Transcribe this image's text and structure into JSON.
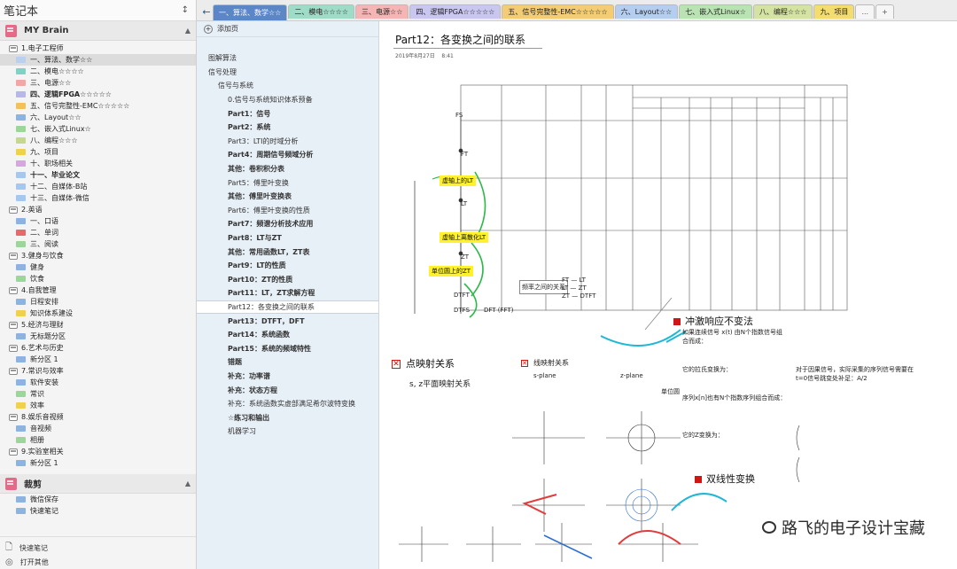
{
  "app": {
    "title": "笔记本"
  },
  "notebook": {
    "name": "MY Brain",
    "sections": [
      {
        "label": "1.电子工程师",
        "color": "",
        "level": 0
      },
      {
        "label": "一、算法、数学☆☆",
        "color": "#b9d0ee",
        "level": 1,
        "sel": true
      },
      {
        "label": "二、模电☆☆☆☆",
        "color": "#7fd3c4",
        "level": 1
      },
      {
        "label": "三、电源☆☆",
        "color": "#f2a6a6",
        "level": 1
      },
      {
        "label": "四、逻辑FPGA☆☆☆☆☆",
        "color": "#b8b8e8",
        "level": 1,
        "bold": true
      },
      {
        "label": "五、信号完整性-EMC☆☆☆☆☆",
        "color": "#f1c15a",
        "level": 1
      },
      {
        "label": "六、Layout☆☆",
        "color": "#8db4e0",
        "level": 1
      },
      {
        "label": "七、嵌入式Linux☆",
        "color": "#9dd69a",
        "level": 1
      },
      {
        "label": "八、编程☆☆☆",
        "color": "#c6d88a",
        "level": 1
      },
      {
        "label": "九、项目",
        "color": "#f0d24a",
        "level": 1
      },
      {
        "label": "十、职场相关",
        "color": "#d7a6e0",
        "level": 1
      },
      {
        "label": "十一、毕业论文",
        "color": "#a6c8ee",
        "level": 1,
        "bold": true
      },
      {
        "label": "十二、自媒体-B站",
        "color": "#a6c8ee",
        "level": 1
      },
      {
        "label": "十三、自媒体-微信",
        "color": "#a6c8ee",
        "level": 1
      },
      {
        "label": "2.英语",
        "color": "",
        "level": 0
      },
      {
        "label": "一、口语",
        "color": "#8db4e0",
        "level": 1
      },
      {
        "label": "二、单词",
        "color": "#e66a6a",
        "level": 1
      },
      {
        "label": "三、阅读",
        "color": "#9dd69a",
        "level": 1
      },
      {
        "label": "3.健身与饮食",
        "color": "",
        "level": 0
      },
      {
        "label": "健身",
        "color": "#8db4e0",
        "level": 1
      },
      {
        "label": "饮食",
        "color": "#9dd69a",
        "level": 1
      },
      {
        "label": "4.自我管理",
        "color": "",
        "level": 0
      },
      {
        "label": "日程安排",
        "color": "#8db4e0",
        "level": 1
      },
      {
        "label": "知识体系建设",
        "color": "#f0d24a",
        "level": 1
      },
      {
        "label": "5.经济与理财",
        "color": "",
        "level": 0
      },
      {
        "label": "无标题分区",
        "color": "#8db4e0",
        "level": 1
      },
      {
        "label": "6.艺术与历史",
        "color": "",
        "level": 0
      },
      {
        "label": "新分区 1",
        "color": "#8db4e0",
        "level": 1
      },
      {
        "label": "7.常识与效率",
        "color": "",
        "level": 0
      },
      {
        "label": "软件安装",
        "color": "#8db4e0",
        "level": 1
      },
      {
        "label": "常识",
        "color": "#9dd69a",
        "level": 1
      },
      {
        "label": "效率",
        "color": "#f0d24a",
        "level": 1
      },
      {
        "label": "8.娱乐音视频",
        "color": "",
        "level": 0
      },
      {
        "label": "音视频",
        "color": "#8db4e0",
        "level": 1
      },
      {
        "label": "相册",
        "color": "#9dd69a",
        "level": 1
      },
      {
        "label": "9.实验室相关",
        "color": "",
        "level": 0
      },
      {
        "label": "新分区 1",
        "color": "#8db4e0",
        "level": 1
      }
    ]
  },
  "notebook2": {
    "name": "裁剪",
    "sections": [
      {
        "label": "微信保存",
        "color": "#8db4e0"
      },
      {
        "label": "快速笔记",
        "color": "#8db4e0"
      }
    ]
  },
  "bottom": {
    "quick_notes": "快速笔记",
    "open_other": "打开其他"
  },
  "tabs": [
    {
      "label": "一、算法、数学☆☆",
      "color": "#5b87c6",
      "active": true
    },
    {
      "label": "二、模电☆☆☆☆",
      "color": "#9fdcc7"
    },
    {
      "label": "三、电源☆☆",
      "color": "#f5b5b5"
    },
    {
      "label": "四、逻辑FPGA☆☆☆☆☆",
      "color": "#c9c6ef"
    },
    {
      "label": "五、信号完整性-EMC☆☆☆☆☆",
      "color": "#f3cc73"
    },
    {
      "label": "六、Layout☆☆",
      "color": "#b5cdee"
    },
    {
      "label": "七、嵌入式Linux☆",
      "color": "#b9e3b2"
    },
    {
      "label": "八、编程☆☆☆",
      "color": "#d4e3a2"
    },
    {
      "label": "九、项目",
      "color": "#f3dc70"
    },
    {
      "label": "...",
      "color": "#f6f6f6",
      "more": true
    }
  ],
  "pages": {
    "add_label": "添加页",
    "items": [
      {
        "label": "图解算法",
        "level": 0
      },
      {
        "label": "信号处理",
        "level": 0
      },
      {
        "label": "信号与系统",
        "level": 1
      },
      {
        "label": "0.信号与系统知识体系预备",
        "level": 2
      },
      {
        "label": "Part1：信号",
        "level": 2,
        "bold": true
      },
      {
        "label": "Part2：系统",
        "level": 2,
        "bold": true
      },
      {
        "label": "Part3：LTI的时域分析",
        "level": 2
      },
      {
        "label": "Part4：周期信号频域分析",
        "level": 2,
        "bold": true
      },
      {
        "label": "其他：卷积积分表",
        "level": 2,
        "bold": true
      },
      {
        "label": "Part5：傅里叶变换",
        "level": 2
      },
      {
        "label": "其他：傅里叶变换表",
        "level": 2,
        "bold": true
      },
      {
        "label": "Part6：傅里叶变换的性质",
        "level": 2
      },
      {
        "label": "Part7：频谱分析技术应用",
        "level": 2,
        "bold": true
      },
      {
        "label": "Part8：LT与ZT",
        "level": 2,
        "bold": true
      },
      {
        "label": "其他：常用函数LT，ZT表",
        "level": 2,
        "bold": true
      },
      {
        "label": "Part9：LT的性质",
        "level": 2,
        "bold": true
      },
      {
        "label": "Part10：ZT的性质",
        "level": 2,
        "bold": true
      },
      {
        "label": "Part11：LT，ZT求解方程",
        "level": 2,
        "bold": true
      },
      {
        "label": "Part12：各变换之间的联系",
        "level": 2,
        "sel": true
      },
      {
        "label": "Part13：DTFT，DFT",
        "level": 2,
        "bold": true
      },
      {
        "label": "Part14：系统函数",
        "level": 2,
        "bold": true
      },
      {
        "label": "Part15：系统的频域特性",
        "level": 2,
        "bold": true
      },
      {
        "label": "错题",
        "level": 2,
        "bold": true
      },
      {
        "label": "补充：功率谱",
        "level": 2,
        "bold": true
      },
      {
        "label": "补充：状态方程",
        "level": 2,
        "bold": true
      },
      {
        "label": "补充：系统函数实虚部满足希尔波特变换",
        "level": 2
      },
      {
        "label": "☆练习和输出",
        "level": 2,
        "bold": true
      },
      {
        "label": "机器学习",
        "level": 2
      }
    ]
  },
  "page": {
    "title": "Part12：各变换之间的联系",
    "date": "2019年8月27日",
    "time": "8:41",
    "labels": {
      "impulse": "冲激响应不变法",
      "pointmap": "点映射关系",
      "linemap": "线映射关系",
      "bilinear": "双线性变换",
      "sz_map": "s, z平面映射关系",
      "splane": "s-plane",
      "zplane": "z-plane",
      "unit_circle": "单位圆",
      "causal": "对于因果信号，实际采集的序列信号需要在t=0信号跳变处补足：A/2",
      "hl1": "虚轴上的LT",
      "hl2": "虚轴上离散化LT",
      "hl3": "单位圆上的ZT",
      "watermark": "路飞的电子设计宝藏",
      "ft": "FT",
      "lt": "LT",
      "zt": "ZT",
      "dtft": "DTFT",
      "dtfs": "DTFS",
      "dft": "DFT (FFT)",
      "fs": "FS",
      "ls_intro": "如果连续信号 x(t) 由N个指数信号组合而成：",
      "ls_lap": "它的拉氏变换为：",
      "seq_intro": "序列x[n]也有N个指数序列组合而成：",
      "zt_intro": "它的Z变换为：",
      "rel": "频率之间的关系",
      "ft_lt": "FT — LT",
      "lt_zt": "LT — ZT",
      "zt_dtft": "ZT — DTFT"
    }
  },
  "colors": {
    "active_tab": "#5b87c6",
    "page_list_bg": "#e7eff7",
    "red": "#d01515",
    "highlight": "#fff22a"
  }
}
